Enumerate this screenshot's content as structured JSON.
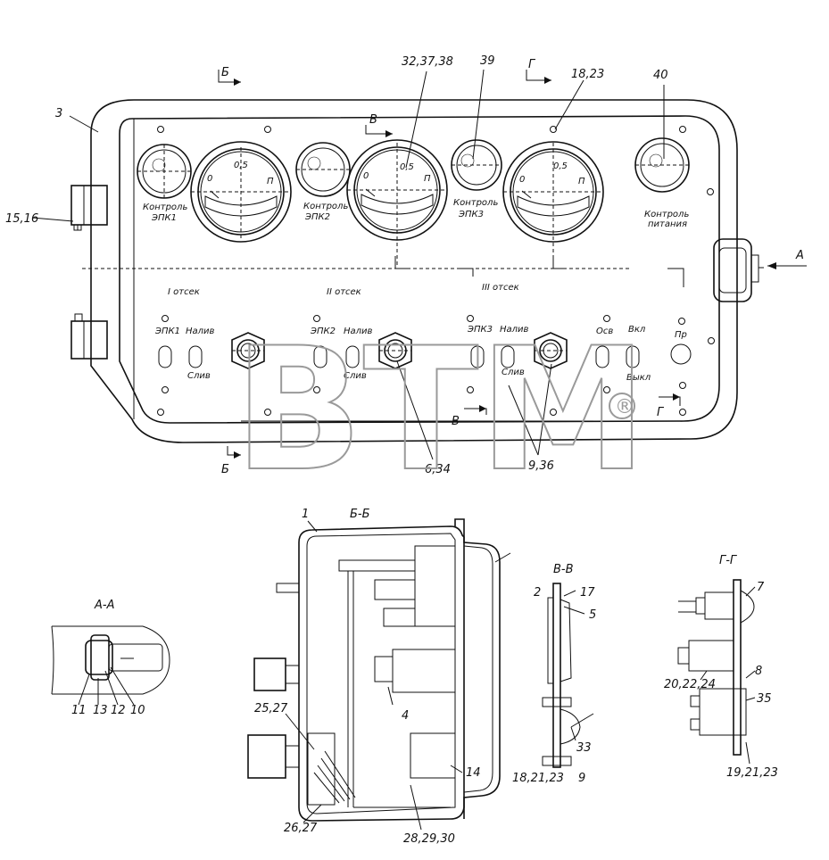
{
  "watermark": {
    "text": "BTM",
    "mark": "®"
  },
  "front_view": {
    "callouts": {
      "c3": "3",
      "c15_16": "15,16",
      "c32": "32,37,38",
      "c39": "39",
      "c18": "18,23",
      "c40": "40",
      "c6": "6,34",
      "c9": "9,36"
    },
    "section_marks": {
      "b_top": "Б",
      "b_bottom": "Б",
      "v_top": "В",
      "v_bottom": "В",
      "g_top": "Г",
      "g_bottom": "Г",
      "a": "А"
    },
    "lamp_labels": {
      "l1a": "Контроль",
      "l1b": "ЭПК1",
      "l2a": "Контроль",
      "l2b": "ЭПК2",
      "l3a": "Контроль",
      "l3b": "ЭПК3",
      "l4a": "Контроль",
      "l4b": "питания"
    },
    "gauge_scale": {
      "zero": "0",
      "half": "0,5",
      "full": "П"
    },
    "compartments": {
      "c1": "I отсек",
      "c2": "II отсек",
      "c3": "III отсек"
    },
    "switch_labels": {
      "epk1": "ЭПК1",
      "naliv1": "Налив",
      "sliv1": "Слив",
      "epk2": "ЭПК2",
      "naliv2": "Налив",
      "sliv2": "Слив",
      "epk3": "ЭПК3",
      "naliv3": "Налив",
      "sliv3": "Слив",
      "osv": "Осв",
      "vkl": "Вкл",
      "vykl": "Выкл",
      "pr": "Пр"
    }
  },
  "section_bb": {
    "title": "Б-Б",
    "callouts": {
      "c1": "1",
      "c4": "4",
      "c14": "14",
      "c25": "25,27",
      "c26": "26,27",
      "c28": "28,29,30"
    }
  },
  "section_aa": {
    "title": "А-А",
    "callouts": {
      "c11": "11",
      "c13": "13",
      "c12": "12",
      "c10": "10"
    }
  },
  "section_vv": {
    "title": "В-В",
    "callouts": {
      "c2": "2",
      "c17": "17",
      "c5": "5",
      "c33": "33",
      "c18": "18,21,23",
      "c9": "9"
    }
  },
  "section_gg": {
    "title": "Г-Г",
    "callouts": {
      "c7": "7",
      "c8": "8",
      "c20": "20,22,24",
      "c35": "35",
      "c19": "19,21,23"
    }
  }
}
